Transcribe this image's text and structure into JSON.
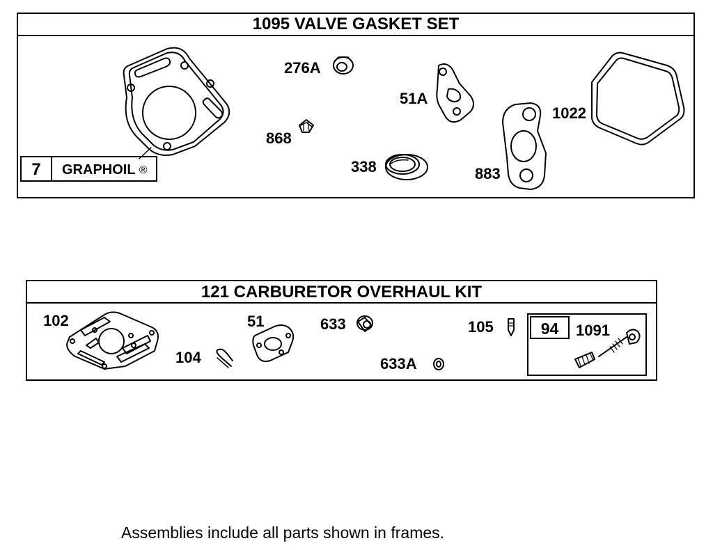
{
  "valve_kit": {
    "title": "1095 VALVE GASKET SET",
    "graphoil_box": {
      "number": "7",
      "label": "GRAPHOIL",
      "mark": "®"
    },
    "labels": {
      "p276a": "276A",
      "p868": "868",
      "p51a": "51A",
      "p338": "338",
      "p883": "883",
      "p1022": "1022"
    }
  },
  "carb_kit": {
    "title": "121 CARBURETOR OVERHAUL KIT",
    "labels": {
      "p102": "102",
      "p104": "104",
      "p51": "51",
      "p633": "633",
      "p633a": "633A",
      "p105": "105",
      "p1091": "1091"
    },
    "sub_box": {
      "number": "94"
    }
  },
  "footer": "Assemblies include all parts shown in frames."
}
